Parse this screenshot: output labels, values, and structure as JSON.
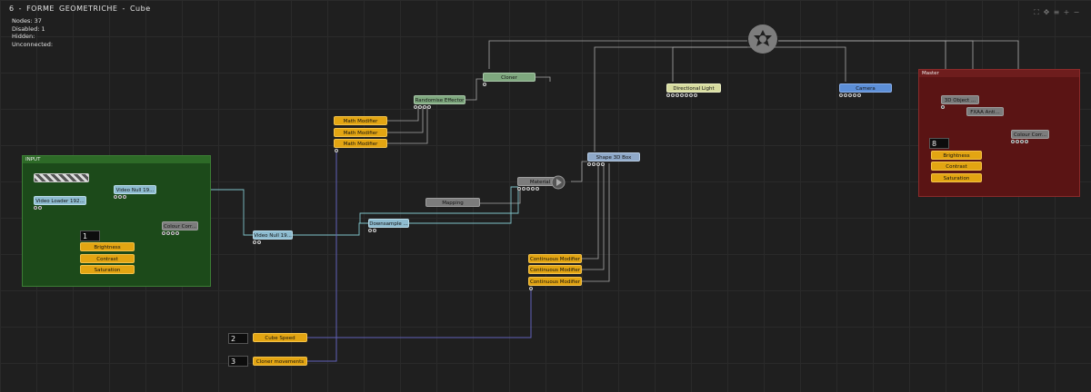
{
  "title": "6  -  FORME  GEOMETRICHE  -  Cube",
  "stats": [
    "Nodes:  37",
    "Disabled:  1",
    "Hidden:",
    "Unconnected:"
  ],
  "toolbar": {
    "icons": [
      "fit-icon",
      "expand-icon",
      "menu-icon",
      "zoom-in-icon",
      "zoom-out-icon"
    ]
  },
  "groups": {
    "input": {
      "label": "INPUT",
      "color": "#1c4a1a"
    },
    "master": {
      "label": "Master",
      "color": "#5a1414"
    }
  },
  "nodes": {
    "cloner": "Cloner",
    "randomise_effector": "Randomise  Effector",
    "math_modifier_1": "Math  Modifier",
    "math_modifier_2": "Math  Modifier",
    "math_modifier_3": "Math  Modifier",
    "directional_light": "Directional  Light",
    "camera": "Camera",
    "shape_3d_box": "Shape  3D  Box",
    "material": "Material",
    "mapping": "Mapping",
    "downsample": "Downsample  ...",
    "video_null_outer": "Video  Null  19...",
    "video_loader": "Video  Loader  192...",
    "video_null_inner": "Video  Null  19...",
    "colour_corr_input": "Colour  Corr...",
    "brightness_input": "Brightness",
    "contrast_input": "Contrast",
    "saturation_input": "Saturation",
    "continuous_modifier_1": "Continuous  Modifier",
    "continuous_modifier_2": "Continuous  Modifier",
    "continuous_modifier_3": "Continuous  Modifier",
    "cube_speed": "Cube  Speed",
    "cloner_movements": "Cloner  movements",
    "object_3d": "3D  Object  ...",
    "fxaa": "FXAA  Anti...",
    "colour_corr_master": "Colour  Corr...",
    "brightness_master": "Brightness",
    "contrast_master": "Contrast",
    "saturation_master": "Saturation"
  },
  "values": {
    "input_layer": "1",
    "master_layer": "8",
    "cube_speed_value": "2",
    "cloner_movements_value": "3"
  },
  "colors": {
    "wire": "#a8a8a8",
    "wire_blue": "#5f5fb5",
    "wire_cyan": "#7fc3c9"
  }
}
